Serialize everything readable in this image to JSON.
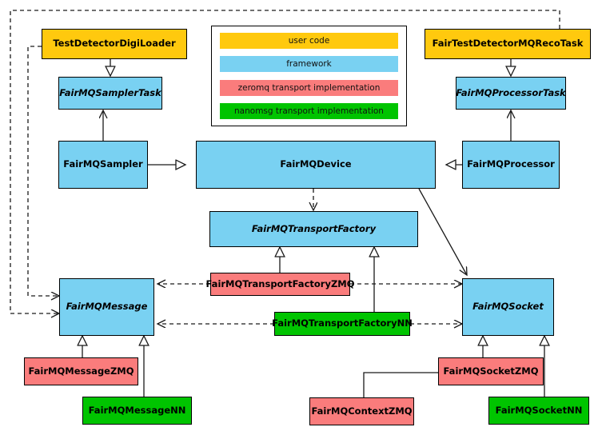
{
  "diagram": {
    "title": "FairMQ class diagram",
    "type": "uml-class-diagram"
  },
  "legend": {
    "items": [
      {
        "label": "user code",
        "color": "#FFC90E",
        "category": "usercode"
      },
      {
        "label": "framework",
        "color": "#79D1F2",
        "category": "framework"
      },
      {
        "label": "zeromq transport implementation",
        "color": "#FA7C7C",
        "category": "zmq"
      },
      {
        "label": "nanomsg transport implementation",
        "color": "#00C400",
        "category": "nn"
      }
    ]
  },
  "nodes": {
    "test_detector_digi_loader": {
      "label": "TestDetectorDigiLoader",
      "category": "usercode",
      "abstract": false
    },
    "fairmq_sampler_task": {
      "label": "FairMQSamplerTask",
      "category": "framework",
      "abstract": true
    },
    "fairmq_sampler": {
      "label": "FairMQSampler",
      "category": "framework",
      "abstract": false
    },
    "fairmq_device": {
      "label": "FairMQDevice",
      "category": "framework",
      "abstract": false
    },
    "fairmq_processor": {
      "label": "FairMQProcessor",
      "category": "framework",
      "abstract": false
    },
    "fairmq_processor_task": {
      "label": "FairMQProcessorTask",
      "category": "framework",
      "abstract": true
    },
    "fair_test_detector_mq_reco_task": {
      "label": "FairTestDetectorMQRecoTask",
      "category": "usercode",
      "abstract": false
    },
    "fairmq_transport_factory": {
      "label": "FairMQTransportFactory",
      "category": "framework",
      "abstract": true
    },
    "fairmq_transport_factory_zmq": {
      "label": "FairMQTransportFactoryZMQ",
      "category": "zmq",
      "abstract": false
    },
    "fairmq_transport_factory_nn": {
      "label": "FairMQTransportFactoryNN",
      "category": "nn",
      "abstract": false
    },
    "fairmq_message": {
      "label": "FairMQMessage",
      "category": "framework",
      "abstract": true
    },
    "fairmq_socket": {
      "label": "FairMQSocket",
      "category": "framework",
      "abstract": true
    },
    "fairmq_message_zmq": {
      "label": "FairMQMessageZMQ",
      "category": "zmq",
      "abstract": false
    },
    "fairmq_message_nn": {
      "label": "FairMQMessageNN",
      "category": "nn",
      "abstract": false
    },
    "fairmq_socket_zmq": {
      "label": "FairMQSocketZMQ",
      "category": "zmq",
      "abstract": false
    },
    "fairmq_socket_nn": {
      "label": "FairMQSocketNN",
      "category": "nn",
      "abstract": false
    },
    "fairmq_context_zmq": {
      "label": "FairMQContextZMQ",
      "category": "zmq",
      "abstract": false
    }
  },
  "edges": [
    {
      "from": "test_detector_digi_loader",
      "to": "fairmq_sampler_task",
      "style": "generalization"
    },
    {
      "from": "fairmq_sampler",
      "to": "fairmq_sampler_task",
      "style": "association"
    },
    {
      "from": "fairmq_sampler",
      "to": "fairmq_device",
      "style": "generalization"
    },
    {
      "from": "fairmq_processor",
      "to": "fairmq_device",
      "style": "generalization"
    },
    {
      "from": "fair_test_detector_mq_reco_task",
      "to": "fairmq_processor_task",
      "style": "generalization"
    },
    {
      "from": "fairmq_processor",
      "to": "fairmq_processor_task",
      "style": "association"
    },
    {
      "from": "fairmq_device",
      "to": "fairmq_transport_factory",
      "style": "dependency"
    },
    {
      "from": "fairmq_device",
      "to": "fairmq_socket",
      "style": "association"
    },
    {
      "from": "fairmq_transport_factory_zmq",
      "to": "fairmq_transport_factory",
      "style": "generalization"
    },
    {
      "from": "fairmq_transport_factory_nn",
      "to": "fairmq_transport_factory",
      "style": "generalization"
    },
    {
      "from": "fairmq_transport_factory_zmq",
      "to": "fairmq_message",
      "style": "dependency"
    },
    {
      "from": "fairmq_transport_factory_zmq",
      "to": "fairmq_socket",
      "style": "dependency"
    },
    {
      "from": "fairmq_transport_factory_nn",
      "to": "fairmq_message",
      "style": "dependency"
    },
    {
      "from": "fairmq_transport_factory_nn",
      "to": "fairmq_socket",
      "style": "dependency"
    },
    {
      "from": "fairmq_message_zmq",
      "to": "fairmq_message",
      "style": "generalization"
    },
    {
      "from": "fairmq_message_nn",
      "to": "fairmq_message",
      "style": "generalization"
    },
    {
      "from": "fairmq_socket_zmq",
      "to": "fairmq_socket",
      "style": "generalization"
    },
    {
      "from": "fairmq_socket_nn",
      "to": "fairmq_socket",
      "style": "generalization"
    },
    {
      "from": "fairmq_context_zmq",
      "to": "fairmq_socket_zmq",
      "style": "composition"
    },
    {
      "from": "test_detector_digi_loader",
      "to": "fairmq_message",
      "style": "dependency"
    },
    {
      "from": "fair_test_detector_mq_reco_task",
      "to": "fairmq_message",
      "style": "dependency"
    }
  ]
}
